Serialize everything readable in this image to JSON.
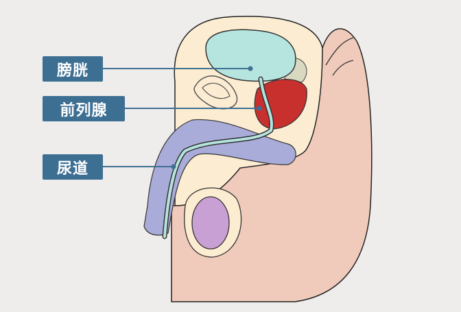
{
  "labels": {
    "bladder": "膀胱",
    "prostate": "前列腺",
    "urethra": "尿道"
  },
  "colors": {
    "label_bg": "#3d6f93",
    "body_skin": "#f0cbbb",
    "inner_tissue": "#fcedd2",
    "bladder": "#b6e4df",
    "prostate": "#c8302e",
    "penis": "#a9acd8",
    "testis": "#c9a0d4",
    "urethra": "#b6e4df"
  }
}
